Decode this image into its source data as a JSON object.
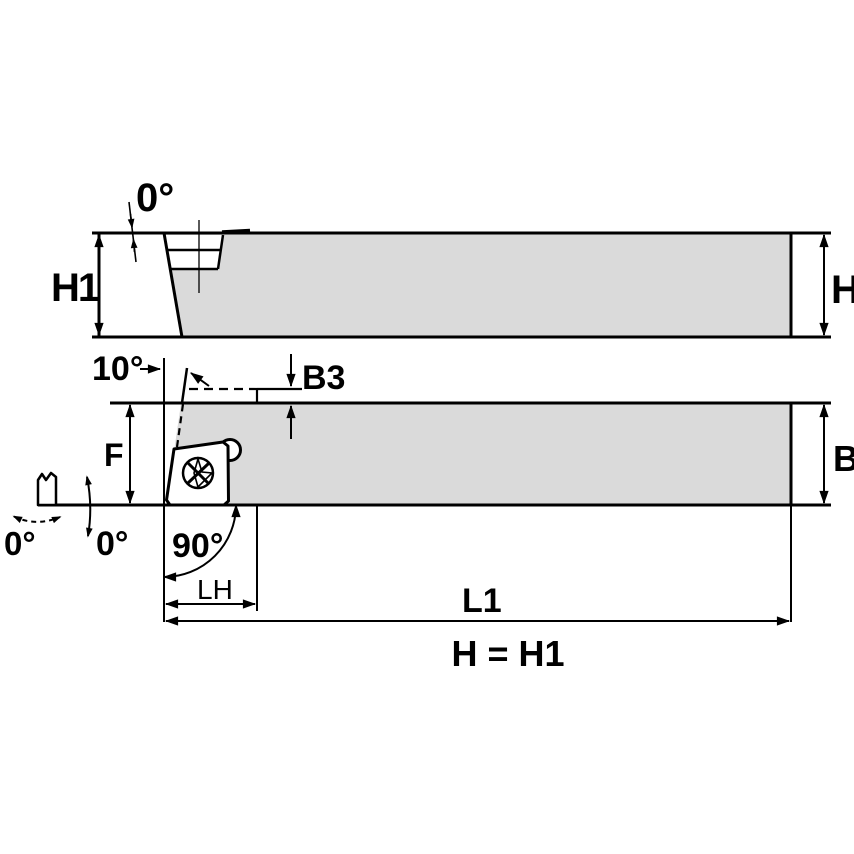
{
  "colors": {
    "background": "#ffffff",
    "line": "#000000",
    "shank_fill": "#dadada"
  },
  "top_view": {
    "rake_angle_label": "0°",
    "height_left_label": "H1",
    "height_right_label": "H"
  },
  "front_view": {
    "lead_angle_label": "10°",
    "tip_overhang_label": "B3",
    "tip_height_label": "F",
    "shank_width_label": "B",
    "cutting_edge_angle_label": "90°",
    "end_view_angle_label": "0°",
    "clearance_angle_label": "0°",
    "head_length_label": "LH",
    "overall_length_label": "L1"
  },
  "footnote": "H = H1"
}
